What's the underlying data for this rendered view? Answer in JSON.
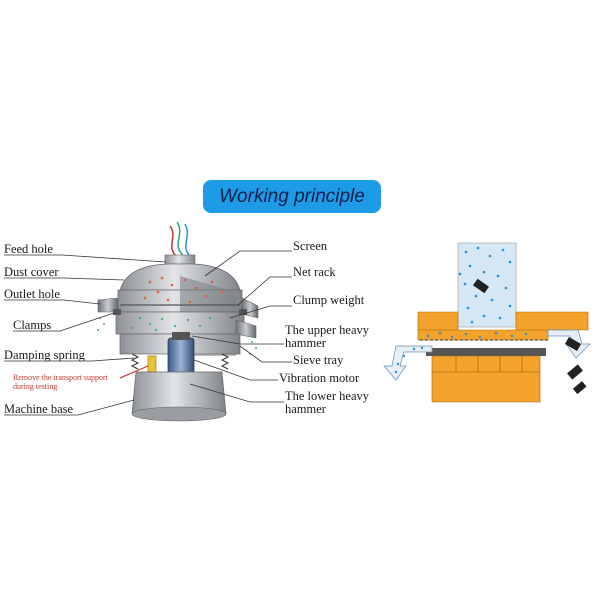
{
  "title": "Working principle",
  "labels_left": {
    "feed_hole": "Feed hole",
    "dust_cover": "Dust cover",
    "outlet_hole": "Outlet hole",
    "clamps": "Clamps",
    "damping_spring": "Damping spring",
    "warning_line1": "Remove the transport support",
    "warning_line2": "during testing",
    "machine_base": "Machine base"
  },
  "labels_right": {
    "screen": "Screen",
    "net_rack": "Net rack",
    "clump_weight": "Clump weight",
    "upper_hammer_1": "The upper heavy",
    "upper_hammer_2": "hammer",
    "sieve_tray": "Sieve tray",
    "vibration_motor": "Vibration motor",
    "lower_hammer_1": "The lower heavy",
    "lower_hammer_2": "hammer"
  },
  "colors": {
    "title_bg": "#1e9be6",
    "title_text": "#0a1f4a",
    "machine_body": "#b9bcc0",
    "orange": "#f3a32b",
    "particles": "#2b8fd6",
    "warning": "#c0392b"
  }
}
